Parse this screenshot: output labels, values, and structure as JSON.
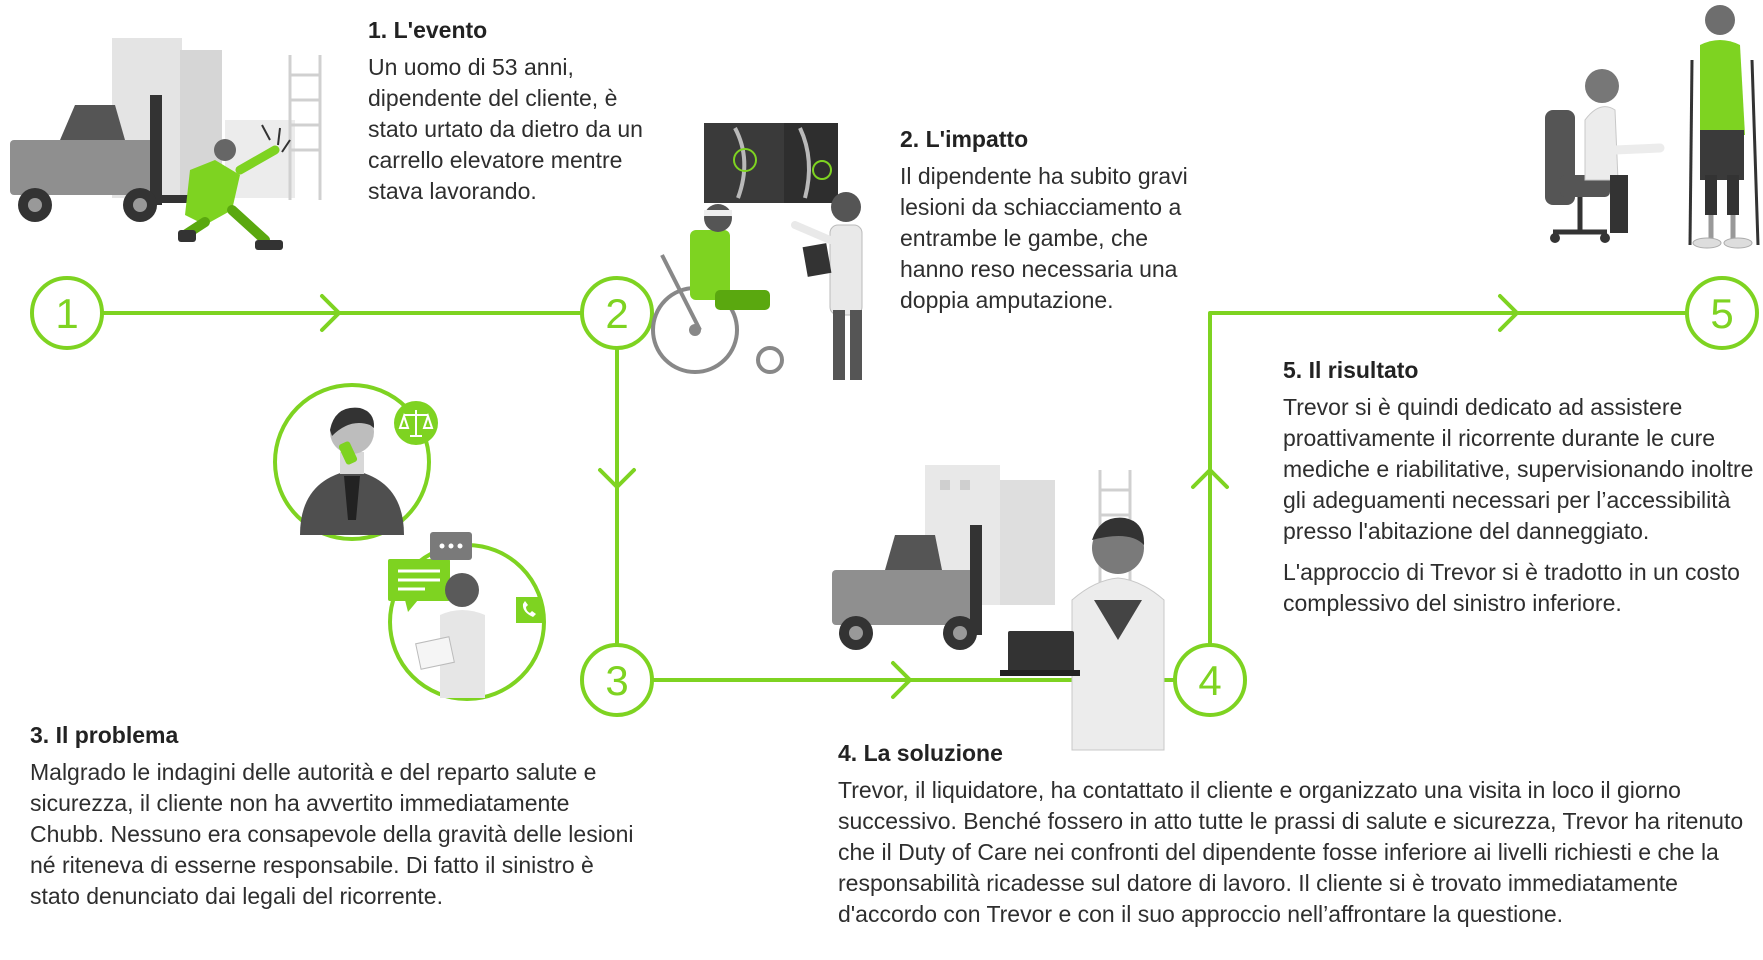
{
  "steps": [
    {
      "number": "1",
      "title": "1. L'evento",
      "paragraphs": [
        "Un uomo di 53 anni, dipendente del cliente, è stato urtato da dietro da un carrello elevatore mentre stava lavorando."
      ]
    },
    {
      "number": "2",
      "title": "2. L'impatto",
      "paragraphs": [
        "Il dipendente ha subito gravi lesioni da schiacciamento a entrambe le gambe, che hanno reso necessaria una doppia amputazione."
      ]
    },
    {
      "number": "3",
      "title": "3. Il problema",
      "paragraphs": [
        "Malgrado le indagini delle autorità e del reparto salute e sicurezza, il cliente non ha avvertito immediatamente Chubb. Nessuno era consapevole della gravità delle lesioni né riteneva di esserne responsabile. Di fatto il sinistro è stato denunciato dai legali del ricorrente."
      ]
    },
    {
      "number": "4",
      "title": "4. La soluzione",
      "paragraphs": [
        "Trevor, il liquidatore, ha contattato il cliente e organizzato una visita in loco il giorno successivo. Benché fossero in atto tutte le prassi di salute e sicurezza, Trevor ha ritenuto che il Duty of Care nei confronti del dipendente fosse inferiore ai livelli richiesti e che la responsabilità ricadesse sul datore di lavoro. Il cliente si è trovato immediatamente d'accordo con Trevor e con il suo approccio nell’affrontare la questione."
      ]
    },
    {
      "number": "5",
      "title": "5. Il risultato",
      "paragraphs": [
        "Trevor si è quindi dedicato ad assistere proattivamente il ricorrente durante le cure mediche e riabilitative, supervisionando inoltre gli adeguamenti necessari per l’accessibilità presso l'abitazione del danneggiato.",
        "L'approccio di Trevor si è tradotto in un costo complessivo del sinistro inferiore."
      ]
    }
  ],
  "colors": {
    "accent": "#7ed321",
    "dark": "#3a3a3a",
    "mid": "#8a8a8a",
    "light": "#cfcfcf"
  },
  "icons": [
    "forklift-accident-illustration",
    "wheelchair-doctor-illustration",
    "phone-call-lawyer-illustration",
    "chat-adjuster-illustration",
    "site-visit-laptop-illustration",
    "rehabilitation-prosthesis-illustration",
    "scales-icon",
    "phone-icon"
  ]
}
